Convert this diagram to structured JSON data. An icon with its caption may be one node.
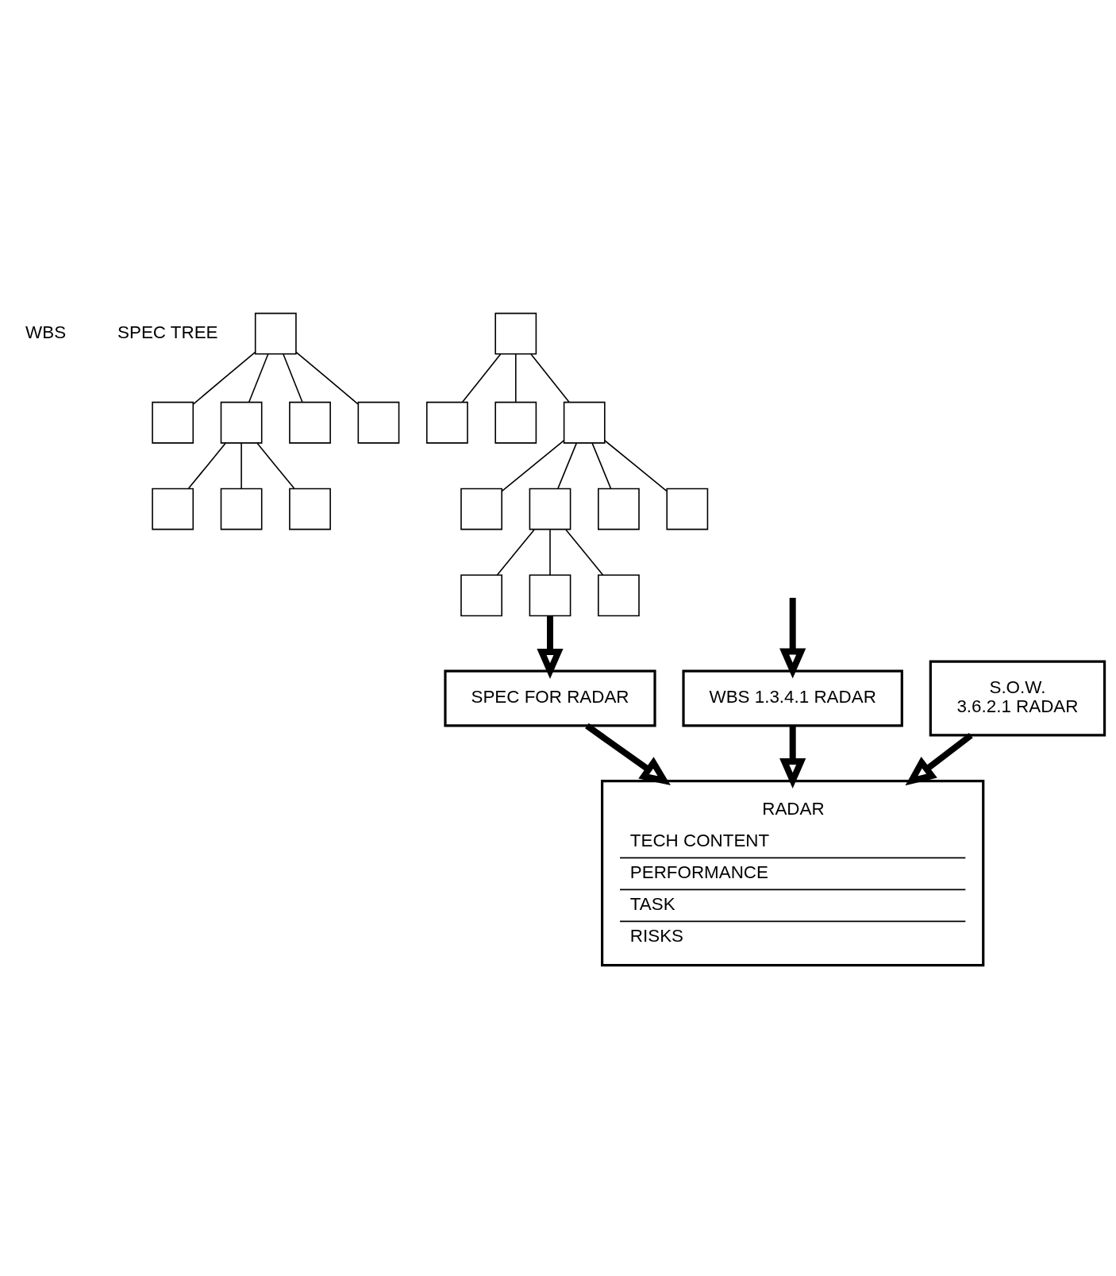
{
  "diagram": {
    "nodes": [
      {
        "text": [],
        "shape": "box"
      },
      {
        "text": [],
        "shape": "box"
      },
      {
        "text": [],
        "shape": "box"
      },
      {
        "text": [],
        "shape": "box"
      },
      {
        "text": [],
        "shape": "box"
      },
      {
        "text": [],
        "shape": "box"
      },
      {
        "text": [],
        "shape": "box"
      },
      {
        "text": [],
        "shape": "box"
      },
      {
        "text": [],
        "shape": "box"
      },
      {
        "text": [],
        "shape": "box"
      },
      {
        "text": [],
        "shape": "box"
      },
      {
        "text": [],
        "shape": "box"
      },
      {
        "text": [],
        "shape": "box"
      },
      {
        "text": [],
        "shape": "box"
      },
      {
        "text": [],
        "shape": "box"
      },
      {
        "text": [],
        "shape": "box"
      },
      {
        "text": [],
        "shape": "box"
      },
      {
        "text": [],
        "shape": "box"
      },
      {
        "text": [],
        "shape": "box"
      },
      {
        "text": [
          "WBS 1.3.4.1 RADAR"
        ]
      },
      {
        "text": [
          "SPEC FOR RADAR"
        ]
      },
      {
        "text": [
          "RADAR",
          "TECH CONTENT",
          "PERFORMANCE",
          "TASK",
          "RISKS"
        ]
      },
      {
        "text": [
          "S.O.W.",
          "3.6.2.1 RADAR"
        ]
      }
    ],
    "edges": [
      {
        "from": 0,
        "to": 1,
        "arrow": "none"
      },
      {
        "from": 0,
        "to": 2,
        "arrow": "none"
      },
      {
        "from": 0,
        "to": 3,
        "arrow": "none"
      },
      {
        "from": 0,
        "to": 4,
        "arrow": "none"
      },
      {
        "from": 2,
        "to": 5,
        "arrow": "none"
      },
      {
        "from": 2,
        "to": 6,
        "arrow": "none"
      },
      {
        "from": 2,
        "to": 7,
        "arrow": "none"
      },
      {
        "from": 8,
        "to": 9,
        "arrow": "none"
      },
      {
        "from": 8,
        "to": 10,
        "arrow": "none"
      },
      {
        "from": 8,
        "to": 11,
        "arrow": "none"
      },
      {
        "from": 11,
        "to": 12,
        "arrow": "none"
      },
      {
        "from": 11,
        "to": 13,
        "arrow": "none"
      },
      {
        "from": 11,
        "to": 14,
        "arrow": "none"
      },
      {
        "from": 11,
        "to": 15,
        "arrow": "none"
      },
      {
        "from": 13,
        "to": 16,
        "arrow": "none"
      },
      {
        "from": 13,
        "to": 17,
        "arrow": "none"
      },
      {
        "from": 13,
        "to": 18,
        "arrow": "none"
      },
      {
        "from": null,
        "to": 19,
        "arrow": "to",
        "style": "thick"
      },
      {
        "from": 17,
        "to": 20,
        "arrow": "to",
        "style": "thick"
      },
      {
        "from": 19,
        "to": 21,
        "arrow": "to",
        "style": "thick"
      },
      {
        "from": 20,
        "to": 21,
        "arrow": "to",
        "style": "thick"
      },
      {
        "from": 22,
        "to": 21,
        "arrow": "to",
        "style": "thick"
      }
    ],
    "labels": [
      "WBS",
      "SPEC TREE"
    ]
  }
}
